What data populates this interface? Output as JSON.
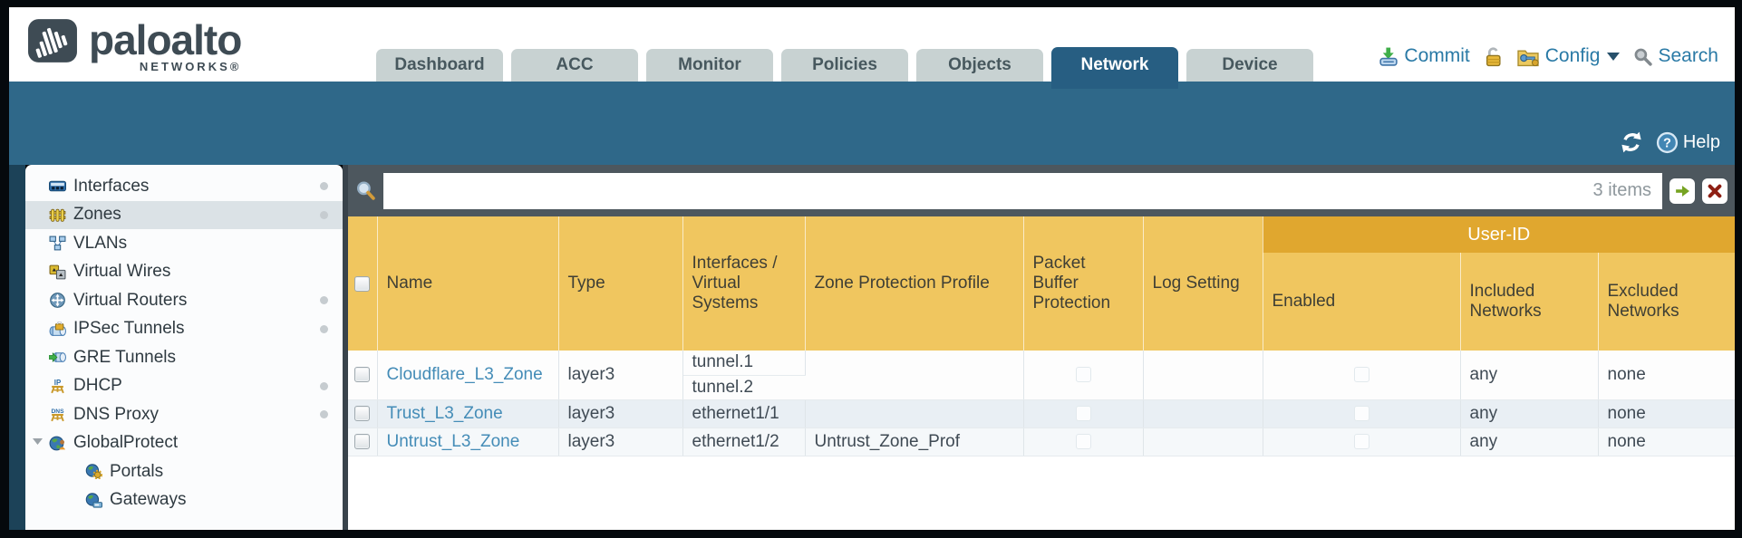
{
  "brand": {
    "name": "paloalto",
    "sub": "NETWORKS®"
  },
  "nav_tabs": [
    {
      "label": "Dashboard",
      "active": false
    },
    {
      "label": "ACC",
      "active": false
    },
    {
      "label": "Monitor",
      "active": false
    },
    {
      "label": "Policies",
      "active": false
    },
    {
      "label": "Objects",
      "active": false
    },
    {
      "label": "Network",
      "active": true
    },
    {
      "label": "Device",
      "active": false
    }
  ],
  "top_actions": {
    "commit": "Commit",
    "config": "Config",
    "search": "Search"
  },
  "band": {
    "help_label": "Help"
  },
  "filter": {
    "value": "",
    "items_count": "3 items"
  },
  "sidebar": {
    "items": [
      {
        "label": "Interfaces",
        "icon": "interfaces-icon",
        "dot": true,
        "selected": false,
        "level": 1
      },
      {
        "label": "Zones",
        "icon": "zones-icon",
        "dot": true,
        "selected": true,
        "level": 1
      },
      {
        "label": "VLANs",
        "icon": "vlans-icon",
        "dot": false,
        "selected": false,
        "level": 1
      },
      {
        "label": "Virtual Wires",
        "icon": "virtual-wires-icon",
        "dot": false,
        "selected": false,
        "level": 1
      },
      {
        "label": "Virtual Routers",
        "icon": "virtual-routers-icon",
        "dot": true,
        "selected": false,
        "level": 1
      },
      {
        "label": "IPSec Tunnels",
        "icon": "ipsec-tunnels-icon",
        "dot": true,
        "selected": false,
        "level": 1
      },
      {
        "label": "GRE Tunnels",
        "icon": "gre-tunnels-icon",
        "dot": false,
        "selected": false,
        "level": 1
      },
      {
        "label": "DHCP",
        "icon": "dhcp-icon",
        "dot": true,
        "selected": false,
        "level": 1
      },
      {
        "label": "DNS Proxy",
        "icon": "dns-proxy-icon",
        "dot": true,
        "selected": false,
        "level": 1
      },
      {
        "label": "GlobalProtect",
        "icon": "globalprotect-icon",
        "dot": false,
        "selected": false,
        "level": 1,
        "expanded": true
      },
      {
        "label": "Portals",
        "icon": "portals-icon",
        "dot": false,
        "selected": false,
        "level": 2
      },
      {
        "label": "Gateways",
        "icon": "gateways-icon",
        "dot": false,
        "selected": false,
        "level": 2
      }
    ]
  },
  "table": {
    "group_header": "User-ID",
    "headers": {
      "name": "Name",
      "type": "Type",
      "interfaces": "Interfaces / Virtual Systems",
      "zpp": "Zone Protection Profile",
      "pbp": "Packet Buffer Protection",
      "log": "Log Setting",
      "enabled": "Enabled",
      "included": "Included Networks",
      "excluded": "Excluded Networks"
    },
    "rows": [
      {
        "name": "Cloudflare_L3_Zone",
        "type": "layer3",
        "interfaces": [
          "tunnel.1",
          "tunnel.2"
        ],
        "zone_protection_profile": "",
        "packet_buffer_protection": false,
        "log_setting": "",
        "user_id_enabled": false,
        "included_networks": "any",
        "excluded_networks": "none"
      },
      {
        "name": "Trust_L3_Zone",
        "type": "layer3",
        "interfaces": [
          "ethernet1/1"
        ],
        "zone_protection_profile": "",
        "packet_buffer_protection": false,
        "log_setting": "",
        "user_id_enabled": false,
        "included_networks": "any",
        "excluded_networks": "none"
      },
      {
        "name": "Untrust_L3_Zone",
        "type": "layer3",
        "interfaces": [
          "ethernet1/2"
        ],
        "zone_protection_profile": "Untrust_Zone_Prof",
        "packet_buffer_protection": false,
        "log_setting": "",
        "user_id_enabled": false,
        "included_networks": "any",
        "excluded_networks": "none"
      }
    ]
  },
  "colors": {
    "teal_band": "#2f6889",
    "tab_active_bg": "#275e82",
    "tab_inactive_bg": "#c8d2d2",
    "header_gold": "#f0c65f",
    "group_gold": "#e0a72f",
    "link_blue": "#2a7aa6",
    "zone_link_blue": "#448cb7",
    "filter_bar": "#4d575e",
    "selected_item_bg": "#dbe2e6"
  }
}
